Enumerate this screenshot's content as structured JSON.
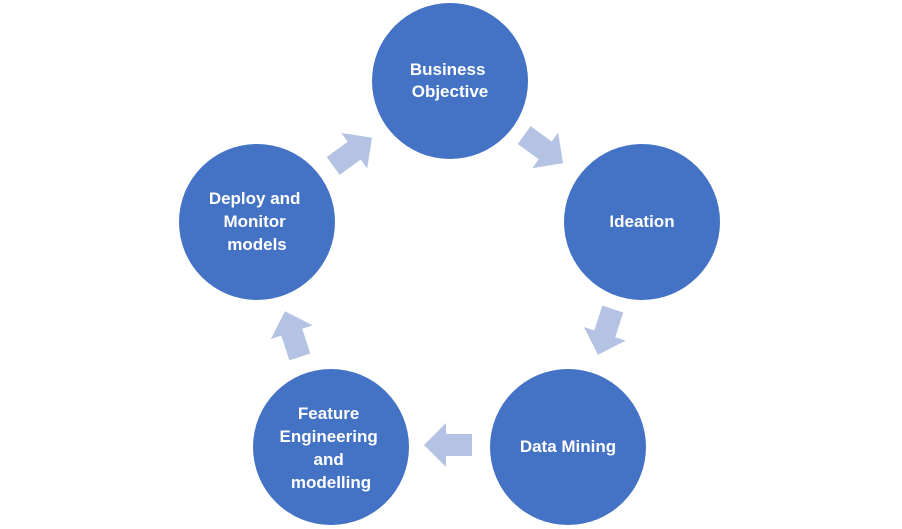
{
  "diagram": {
    "type": "cycle",
    "colors": {
      "node_fill": "#4472C4",
      "arrow_fill": "#B4C3E3",
      "label_color": "#FFFFFF",
      "background": "#FFFFFF"
    },
    "nodes": [
      {
        "id": "business-objective",
        "lines": [
          "Business",
          "Objective"
        ]
      },
      {
        "id": "ideation",
        "lines": [
          "Ideation"
        ]
      },
      {
        "id": "data-mining",
        "lines": [
          "Data Mining"
        ]
      },
      {
        "id": "feature-engineering",
        "lines": [
          "Feature",
          "Engineering",
          "and",
          "modelling"
        ]
      },
      {
        "id": "deploy-monitor",
        "lines": [
          "Deploy and",
          "Monitor",
          "models"
        ]
      }
    ],
    "edges": [
      {
        "from": "business-objective",
        "to": "ideation"
      },
      {
        "from": "ideation",
        "to": "data-mining"
      },
      {
        "from": "data-mining",
        "to": "feature-engineering"
      },
      {
        "from": "feature-engineering",
        "to": "deploy-monitor"
      },
      {
        "from": "deploy-monitor",
        "to": "business-objective"
      }
    ]
  }
}
